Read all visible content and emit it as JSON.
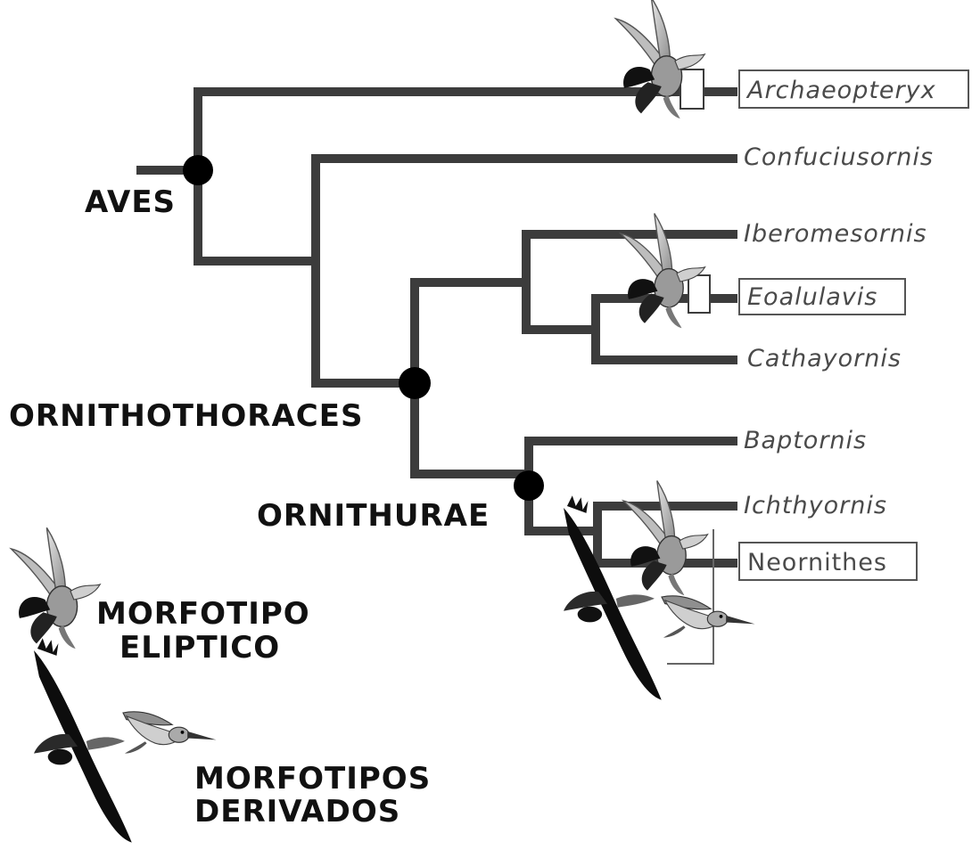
{
  "clades": {
    "aves": "AVES",
    "ornithothoraces": "ORNITHOTHORACES",
    "ornithurae": "ORNITHURAE"
  },
  "taxa": {
    "archaeopteryx": "Archaeopteryx",
    "confuciusornis": "Confuciusornis",
    "iberomesornis": "Iberomesornis",
    "eoalulavis": "Eoalulavis",
    "cathayornis": "Cathayornis",
    "baptornis": "Baptornis",
    "ichthyornis": "Ichthyornis",
    "neornithes": "Neornithes"
  },
  "legend": {
    "elliptic_line1": "MORFOTIPO",
    "elliptic_line2": "ELIPTICO",
    "derived_line1": "MORFOTIPOS",
    "derived_line2": "DERIVADOS"
  },
  "colors": {
    "branch": "#3c3c3c",
    "node": "#000000",
    "taxon_text": "#4a4a4a",
    "clade_text": "#111111"
  },
  "icons": [
    "elliptic-wing-bird-icon",
    "soaring-eagle-icon",
    "hummingbird-icon"
  ]
}
